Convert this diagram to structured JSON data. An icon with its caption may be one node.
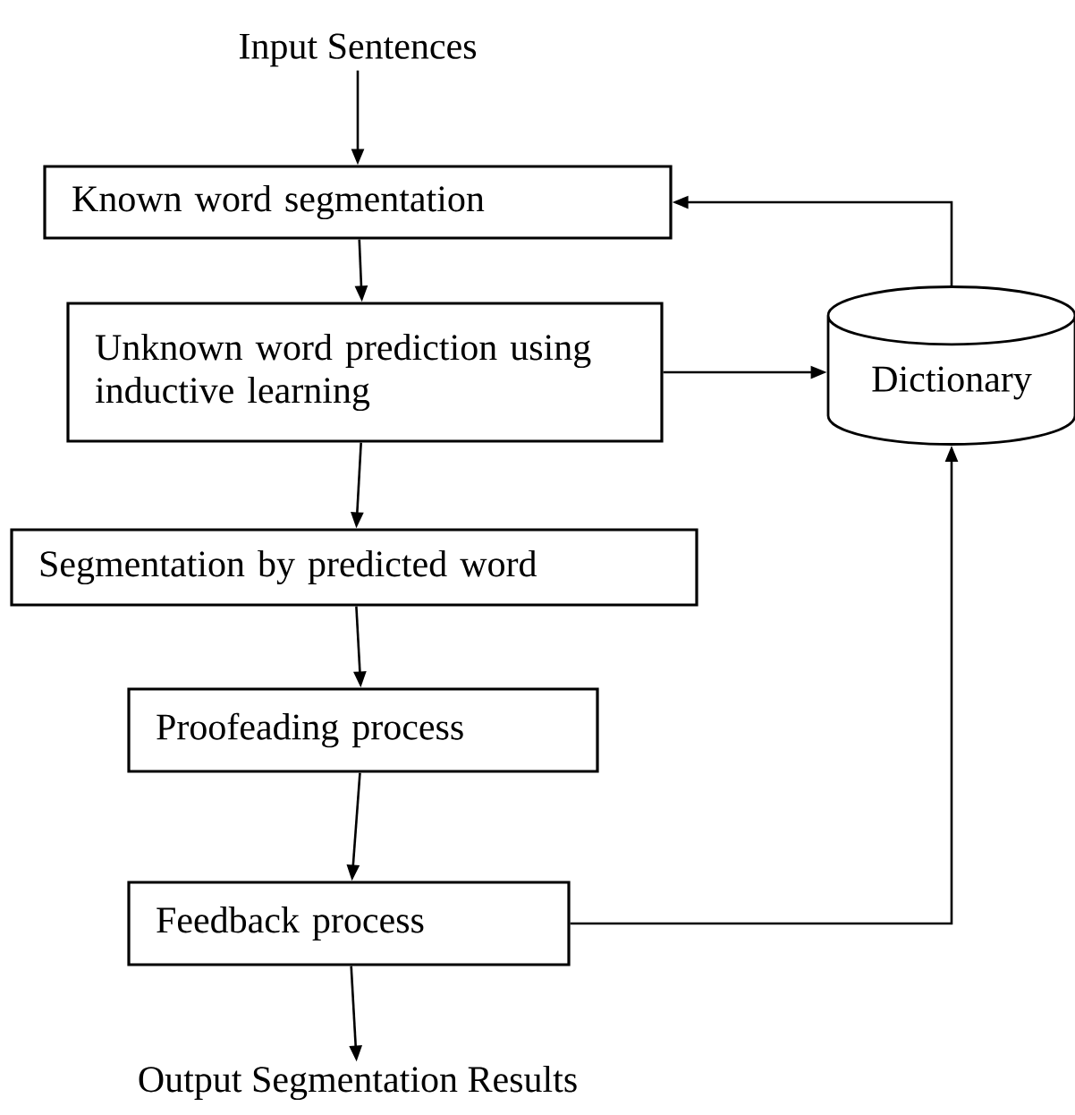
{
  "diagram": {
    "nodes": [
      {
        "text": [
          "Input Sentences"
        ]
      },
      {
        "text": [
          "Known word segmentation"
        ]
      },
      {
        "text": [
          "Unknown word prediction using inductive learning"
        ]
      },
      {
        "text": [
          "Dictionary"
        ]
      },
      {
        "text": [
          "Segmentation by predicted word"
        ]
      },
      {
        "text": [
          "Proofeading process"
        ]
      },
      {
        "text": [
          "Feedback process"
        ]
      },
      {
        "text": [
          "Output Segmentation Results"
        ]
      }
    ],
    "edges": [
      {
        "from": 0,
        "to": 1,
        "arrow": "to"
      },
      {
        "from": 1,
        "to": 2,
        "arrow": "to"
      },
      {
        "from": 2,
        "to": 3,
        "arrow": "to"
      },
      {
        "from": 3,
        "to": 1,
        "arrow": "to"
      },
      {
        "from": 2,
        "to": 4,
        "arrow": "to"
      },
      {
        "from": 4,
        "to": 5,
        "arrow": "to"
      },
      {
        "from": 5,
        "to": 6,
        "arrow": "to"
      },
      {
        "from": 6,
        "to": 3,
        "arrow": "to"
      },
      {
        "from": 6,
        "to": 7,
        "arrow": "to"
      }
    ]
  }
}
